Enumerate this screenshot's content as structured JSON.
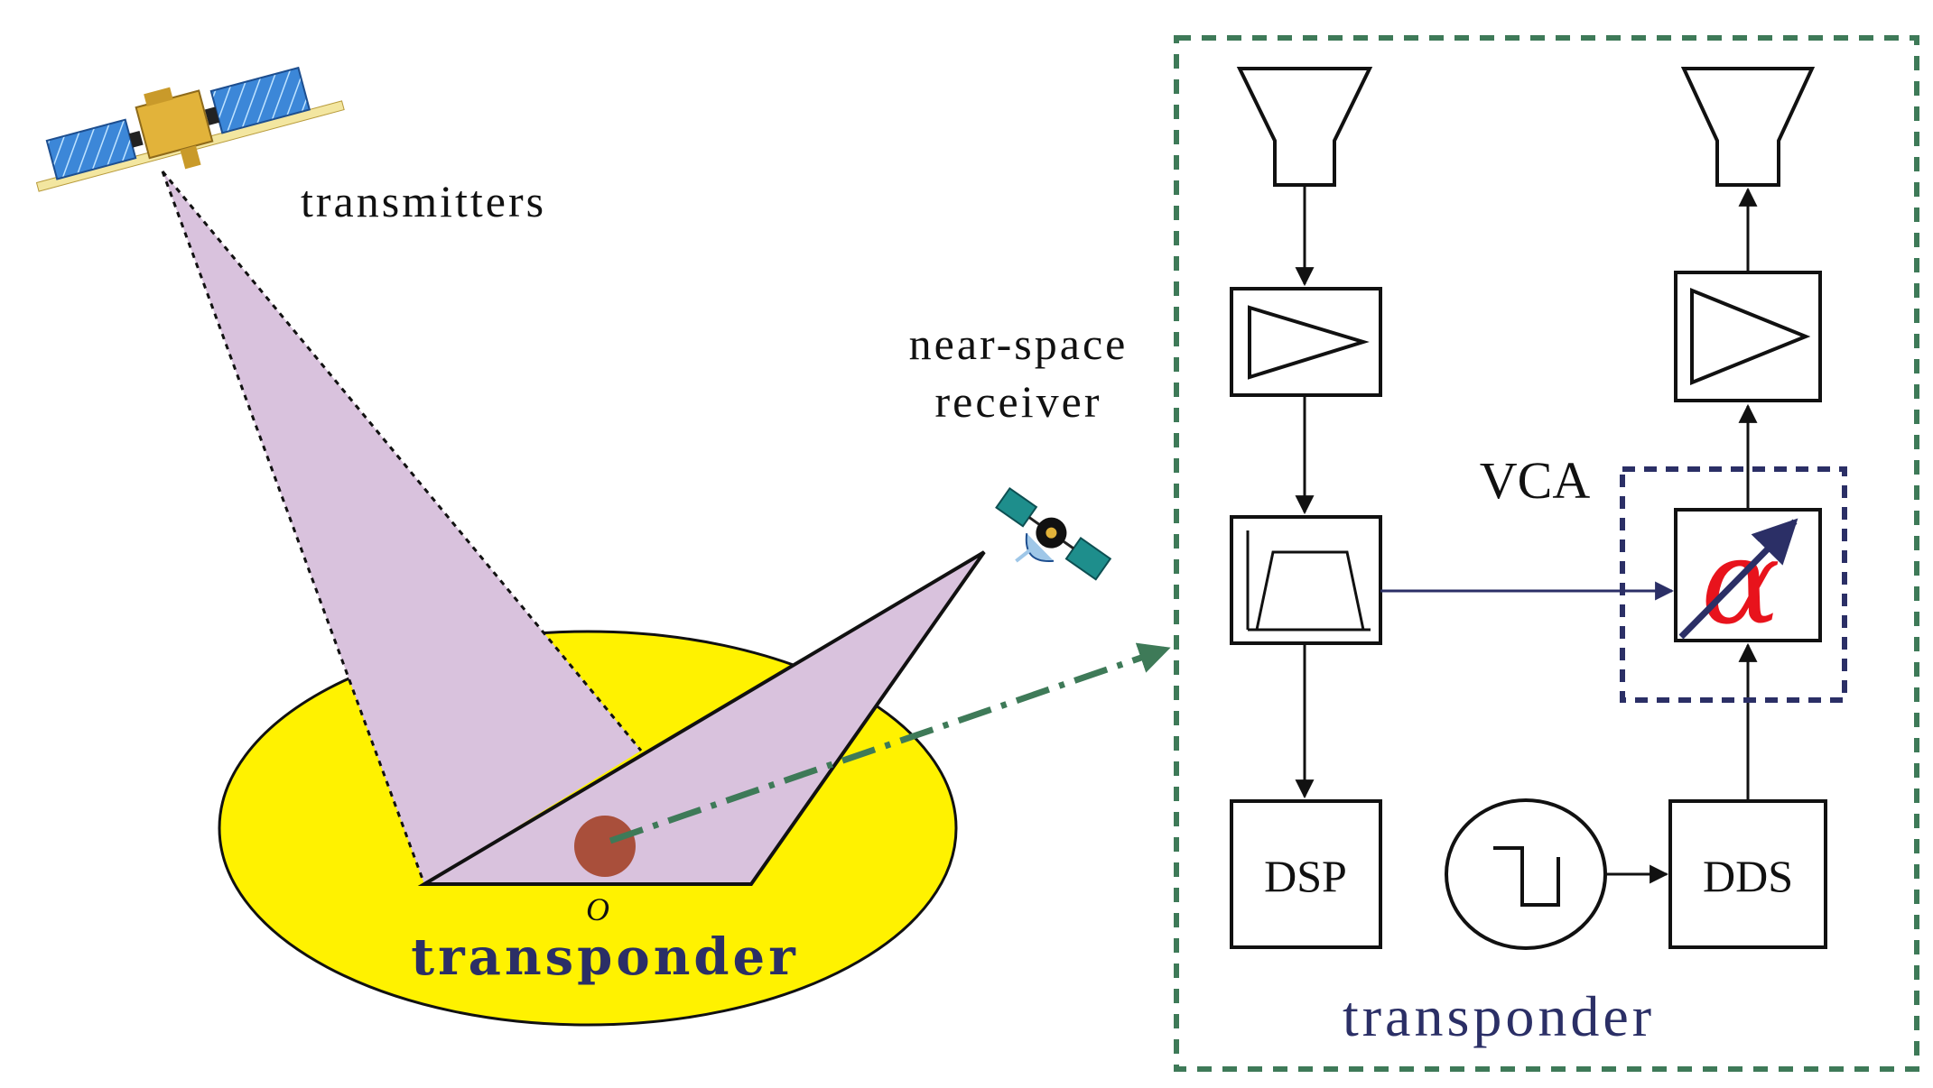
{
  "labels": {
    "transmitters": "transmitters",
    "receiver_line1": "near-space",
    "receiver_line2": "receiver",
    "origin": "O",
    "ground_transponder": "transponder",
    "block_transponder": "transponder",
    "vca": "VCA",
    "dsp": "DSP",
    "dds": "DDS",
    "alpha": "α"
  },
  "icons": {
    "transmitter": "satellite-icon",
    "receiver": "satellite-icon",
    "rx_antenna": "horn-antenna-icon",
    "tx_antenna": "horn-antenna-icon",
    "amplifier": "amplifier-triangle-icon",
    "filter": "bandpass-filter-icon",
    "oscillator": "square-wave-icon"
  },
  "colors": {
    "ground_ellipse": "#FFF200",
    "beam_fill": "#D9C2DD",
    "transponder_dot": "#A94F3B",
    "frame_dash": "#3E7A58",
    "vca_dash": "#2B2F66",
    "signal_line": "#2B2F66",
    "text_dark_blue": "#2B2F66",
    "alpha_red": "#E8131C",
    "panel_blue": "#3C87D8",
    "body_gold": "#E2B33A"
  }
}
